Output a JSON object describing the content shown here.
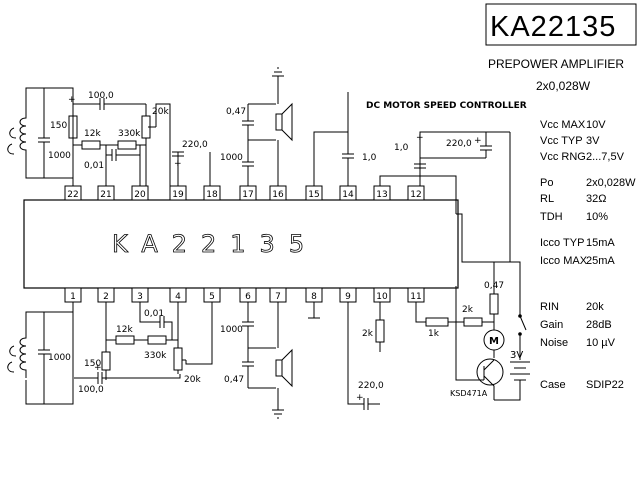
{
  "title": "KA22135",
  "subtitle": "PREPOWER AMPLIFIER",
  "power": "2x0,028W",
  "section_label": "DC MOTOR SPEED CONTROLLER",
  "chip_label": "KA22135",
  "pins_top": [
    "22",
    "21",
    "20",
    "19",
    "18",
    "17",
    "16",
    "15",
    "14",
    "13",
    "12"
  ],
  "pins_bottom": [
    "1",
    "2",
    "3",
    "4",
    "5",
    "6",
    "7",
    "8",
    "9",
    "10",
    "11"
  ],
  "components": {
    "c_top_100": "100,0",
    "r_150_top": "150",
    "r_12k_top": "12k",
    "r_330k_top": "330k",
    "pot_20k_top": "20k",
    "c_220_top": "220,0",
    "c_047_top": "0,47",
    "c_1000_top": "1000",
    "c_1000_left_top": "1000",
    "c_001_top": "0,01",
    "c_10_pin14": "1,0",
    "c_10_pin12": "1,0",
    "c_220_right": "220,0",
    "c_100_bottom": "100,0",
    "r_150_bottom": "150",
    "r_12k_bottom": "12k",
    "r_330k_bottom": "330k",
    "pot_20k_bottom": "20k",
    "c_001_bottom": "0,01",
    "c_1000_left_bottom": "1000",
    "c_1000_bottom": "1000",
    "c_047_bottom": "0,47",
    "c_220_bottom": "220,0",
    "r_2k_pin10": "2k",
    "r_1k": "1k",
    "r_2k_base": "2k",
    "c_047_motor": "0,47",
    "transistor": "KSD471A",
    "battery": "3V",
    "motor": "M"
  },
  "specs": [
    {
      "label": "Vcc MAX",
      "value": "10V"
    },
    {
      "label": "Vcc TYP",
      "value": "3V"
    },
    {
      "label": "Vcc RNG",
      "value": "2...7,5V"
    },
    {
      "label": "Po",
      "value": "2x0,028W"
    },
    {
      "label": "RL",
      "value": "32Ω"
    },
    {
      "label": "TDH",
      "value": "10%"
    },
    {
      "label": "Icco TYP",
      "value": "15mA"
    },
    {
      "label": "Icco MAX",
      "value": "25mA"
    },
    {
      "label": "RIN",
      "value": "20k"
    },
    {
      "label": "Gain",
      "value": "28dB"
    },
    {
      "label": "Noise",
      "value": "10 µV"
    },
    {
      "label": "Case",
      "value": "SDIP22"
    }
  ]
}
